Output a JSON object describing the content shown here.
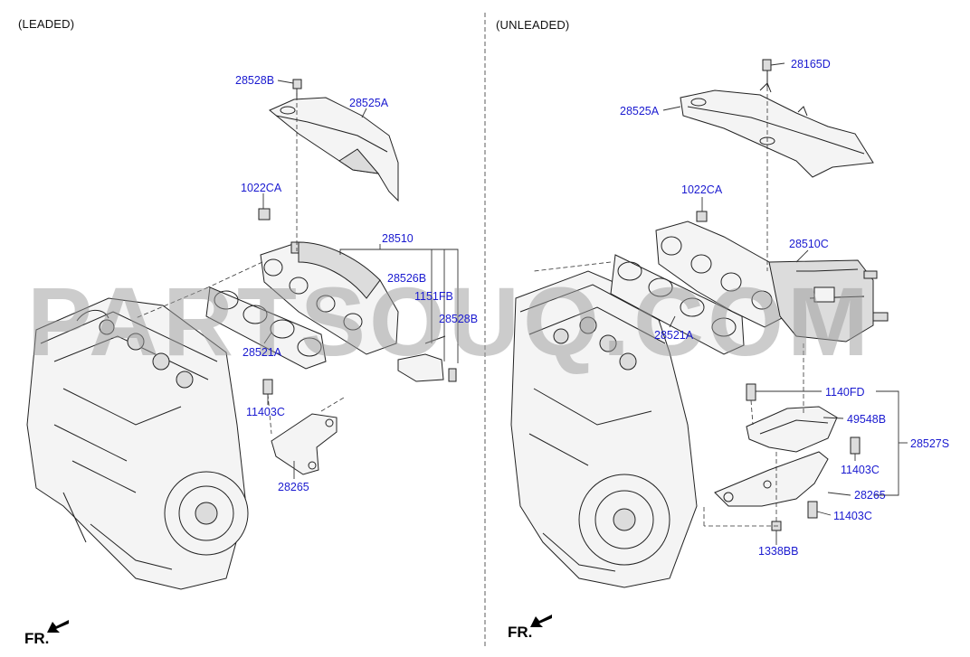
{
  "sections": {
    "left": {
      "title": "(LEADED)",
      "fr": "FR."
    },
    "right": {
      "title": "(UNLEADED)",
      "fr": "FR."
    }
  },
  "watermark": "PARTSOUQ.COM",
  "parts_left": {
    "p28528B_top": "28528B",
    "p28525A": "28525A",
    "p1022CA": "1022CA",
    "p28510": "28510",
    "p28526B": "28526B",
    "p1151FB": "1151FB",
    "p28528B_right": "28528B",
    "p28521A": "28521A",
    "p11403C": "11403C",
    "p28265": "28265"
  },
  "parts_right": {
    "p28165D": "28165D",
    "p28525A": "28525A",
    "p1022CA": "1022CA",
    "p28510C": "28510C",
    "p28521A": "28521A",
    "p1140FD": "1140FD",
    "p49548B": "49548B",
    "p28527S": "28527S",
    "p11403C_a": "11403C",
    "p28265": "28265",
    "p11403C_b": "11403C",
    "p1338BB": "1338BB"
  }
}
